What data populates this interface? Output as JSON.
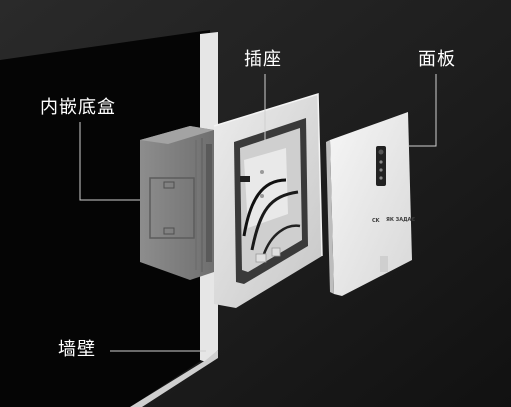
{
  "labels": {
    "embedded_box": "内嵌底盒",
    "socket": "插座",
    "panel": "面板",
    "wall": "墙壁"
  },
  "brand": {
    "logo_mark": "CK",
    "logo_text": "ЯК ЗАДАЄ"
  },
  "colors": {
    "background_dark": "#1b1b1b",
    "wall_black": "#050505",
    "wall_edge": "#e6e6e6",
    "frame_white": "#d9d9d9",
    "box_grey": "#8a8a8a",
    "panel_white": "#eeeeee",
    "indicator": "#222222",
    "label_text": "#ffffff",
    "leader_line": "#d0d0d0"
  }
}
